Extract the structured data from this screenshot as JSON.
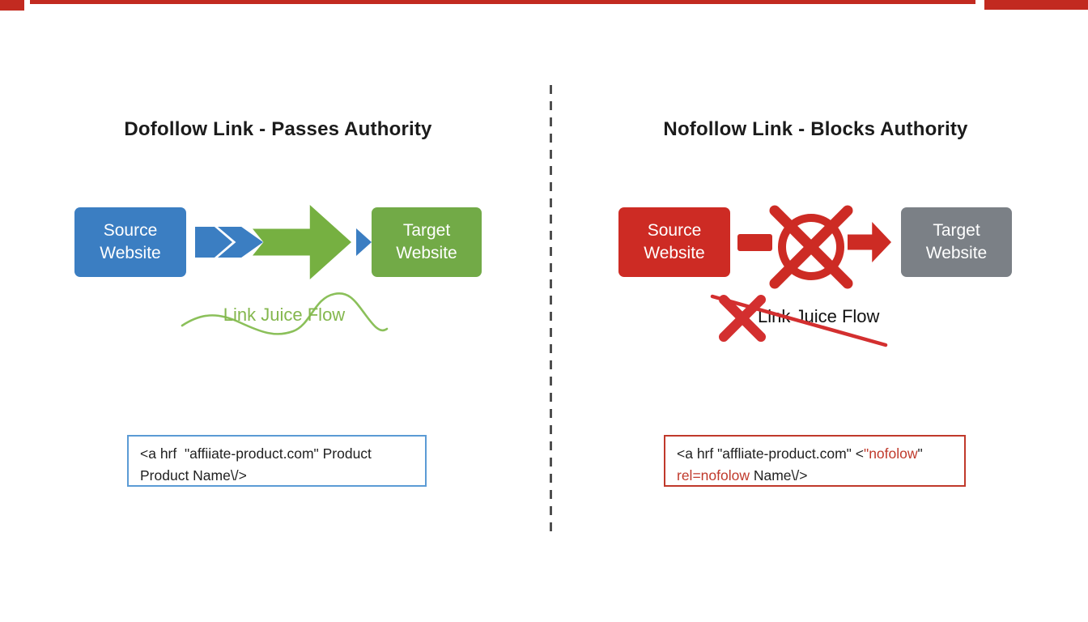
{
  "decor": {
    "top_bar_color": "#c22a20",
    "divider_color": "#4f4f4f"
  },
  "left_panel": {
    "title": "Dofollow Link - Passes Authority",
    "source_box": {
      "line1": "Source",
      "line2": "Website",
      "color": "#3b7ec2"
    },
    "target_box": {
      "line1": "Target",
      "line2": "Website",
      "color": "#72aa47"
    },
    "arrow_blue_color": "#3b7ec2",
    "arrow_green_color": "#76b041",
    "flow_label": "Link Juice Flow",
    "flow_label_color": "#84b74e",
    "code_box": {
      "border_color": "#5b9bd5",
      "line1": "<a hrf  \"affiiate-product.com\" Product",
      "line2": "Product Name\\/>"
    }
  },
  "right_panel": {
    "title": "Nofollow Link - Blocks Authority",
    "source_box": {
      "line1": "Source",
      "line2": "Website",
      "color": "#cd2b24"
    },
    "target_box": {
      "line1": "Target",
      "line2": "Website",
      "color": "#7b8086"
    },
    "blocked_symbol_color": "#cd2b24",
    "flow_label": "Link Juice Flow",
    "strike_color": "#d32f2f",
    "code_box": {
      "border_color": "#c0392b",
      "highlight_color": "#c0392b",
      "line1_part1": "<a hrf \"affliate-product.com\" <",
      "line1_part2_red": "\"nofolow",
      "line1_part3": "\"",
      "line2_part1_red": "rel=nofolow",
      "line2_part2": " Name\\/>"
    }
  }
}
